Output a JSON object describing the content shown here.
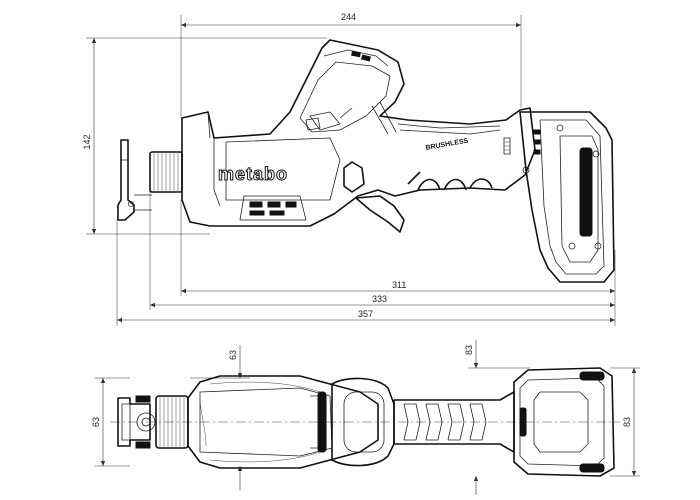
{
  "brand": "metabo",
  "motor_label": "BRUSHLESS",
  "dimensions": {
    "side_length_body": "244",
    "side_height": "142",
    "length_311": "311",
    "length_333": "333",
    "length_357": "357",
    "top_width_front": "63",
    "top_width_nose": "63",
    "top_width_grip": "83",
    "top_width_battery": "83"
  }
}
